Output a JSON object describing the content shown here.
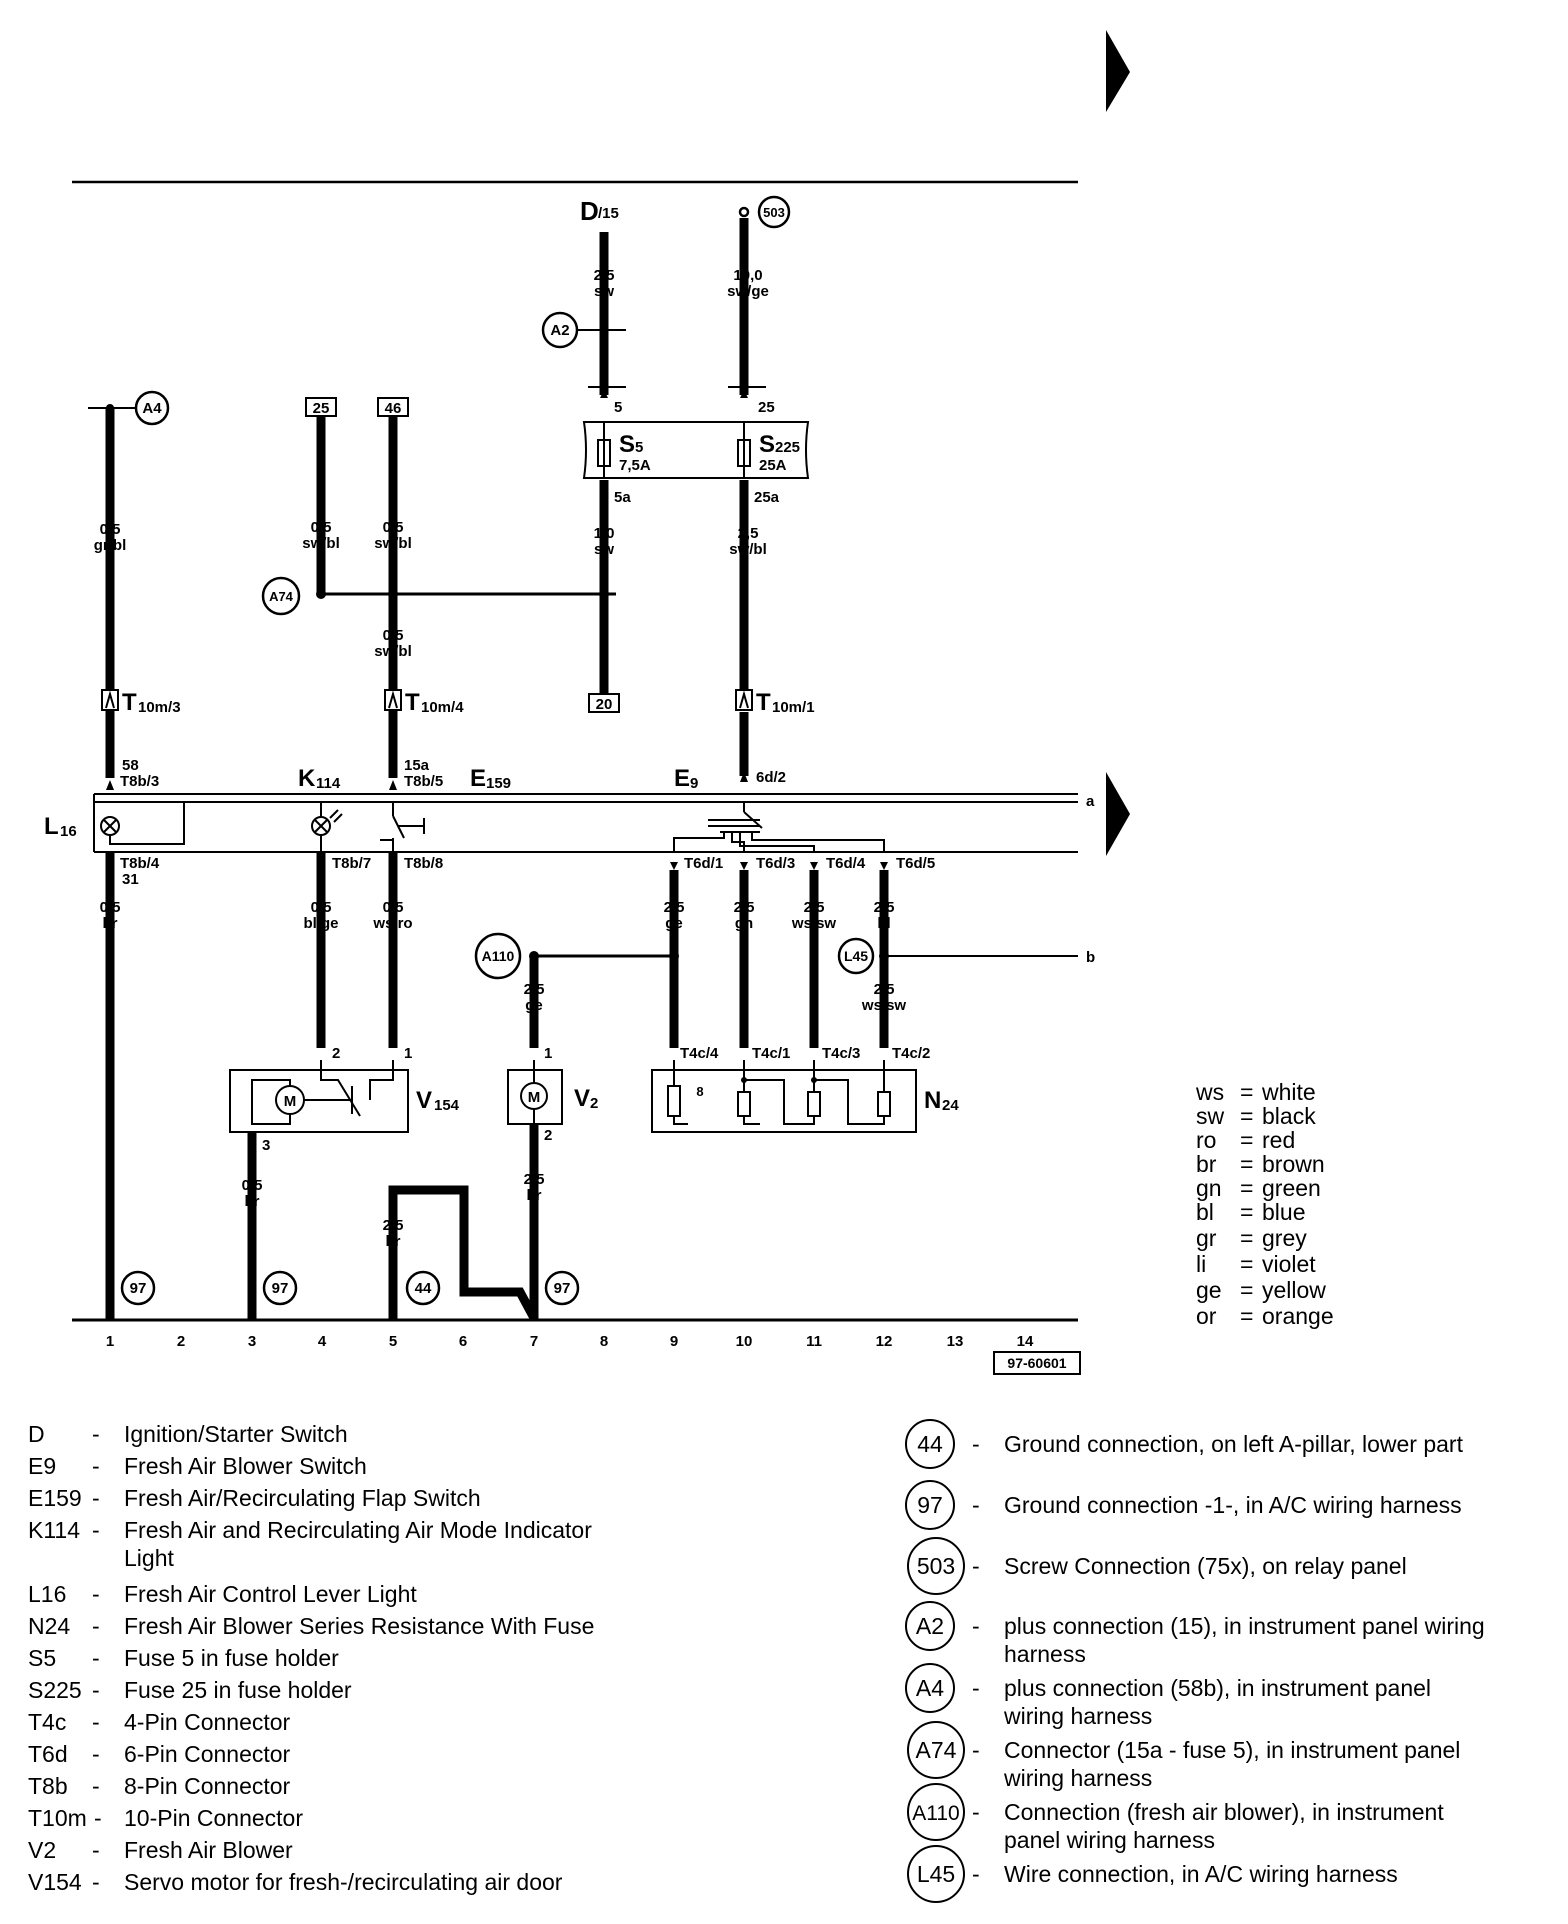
{
  "diagram_code": "97-60601",
  "top_labels": {
    "D": "D",
    "D_sub": "/15",
    "t503": "503"
  },
  "wires": {
    "d15": [
      "2,5",
      "sw"
    ],
    "w503": [
      "10,0",
      "sw/ge"
    ],
    "a4": [
      "0,5",
      "gr/bl"
    ],
    "b25": [
      "0,5",
      "sw/bl"
    ],
    "b46": [
      "0,5",
      "sw/bl"
    ],
    "s5out": [
      "1,0",
      "sw"
    ],
    "s225out": [
      "2,5",
      "sw/bl"
    ],
    "mid": [
      "0,5",
      "sw/bl"
    ],
    "l16out": [
      "0,5",
      "br"
    ],
    "k114out": [
      "0,5",
      "bl/ge"
    ],
    "e159out": [
      "0,5",
      "ws/ro"
    ],
    "t6d1": [
      "2,5",
      "ge"
    ],
    "t6d3": [
      "2,5",
      "gn"
    ],
    "t6d4": [
      "2,5",
      "ws/sw"
    ],
    "t6d5": [
      "2,5",
      "bl"
    ],
    "a110": [
      "2,5",
      "ge"
    ],
    "l45": [
      "2,5",
      "ws/sw"
    ],
    "v154out": [
      "0,5",
      "br"
    ],
    "g44": [
      "2,5",
      "br"
    ],
    "v2out": [
      "2,5",
      "br"
    ]
  },
  "pins": {
    "p5": "5",
    "p25": "25",
    "p5a": "5a",
    "p25a": "25a",
    "p58": "58",
    "t8b3": "T8b/3",
    "p15a": "15a",
    "t8b5": "T8b/5",
    "t6d2": "6d/2",
    "t8b4": "T8b/4",
    "p31": "31",
    "t8b7": "T8b/7",
    "t8b8": "T8b/8",
    "t6d1": "T6d/1",
    "t6d3": "T6d/3",
    "t6d4": "T6d/4",
    "t6d5": "T6d/5",
    "t4c4": "T4c/4",
    "t4c1": "T4c/1",
    "t4c3": "T4c/3",
    "t4c2": "T4c/2",
    "v154_2": "2",
    "v154_1": "1",
    "v154_3": "3",
    "v2_1": "1",
    "v2_2": "2"
  },
  "components": {
    "s5": "S",
    "s5_sub": "5",
    "s5_amp": "7,5A",
    "s225": "S",
    "s225_sub": "225",
    "s225_amp": "25A",
    "t10m3": "T",
    "t10m3_sub": "10m/3",
    "t10m4": "T",
    "t10m4_sub": "10m/4",
    "t10m1": "T",
    "t10m1_sub": "10m/1",
    "l16": "L",
    "l16_sub": "16",
    "k114": "K",
    "k114_sub": "114",
    "e159": "E",
    "e159_sub": "159",
    "e9": "E",
    "e9_sub": "9",
    "v154": "V",
    "v154_sub": "154",
    "v2": "V",
    "v2_sub": "2",
    "n24": "N",
    "n24_sub": "24",
    "motor": "M",
    "n24_fuse": "8"
  },
  "circles": {
    "a2": "A2",
    "a4": "A4",
    "a74": "A74",
    "a110": "A110",
    "l45": "L45",
    "g97a": "97",
    "g97b": "97",
    "g44": "44",
    "g97c": "97"
  },
  "boxes": {
    "b25": "25",
    "b46": "46",
    "b20": "20"
  },
  "side_labels": {
    "a": "a",
    "b": "b"
  },
  "ticks": [
    "1",
    "2",
    "3",
    "4",
    "5",
    "6",
    "7",
    "8",
    "9",
    "10",
    "11",
    "12",
    "13",
    "14"
  ],
  "color_legend": [
    {
      "code": "ws",
      "name": "white"
    },
    {
      "code": "sw",
      "name": "black"
    },
    {
      "code": "ro",
      "name": "red"
    },
    {
      "code": "br",
      "name": "brown"
    },
    {
      "code": "gn",
      "name": "green"
    },
    {
      "code": "bl",
      "name": "blue"
    },
    {
      "code": "gr",
      "name": "grey"
    },
    {
      "code": "li",
      "name": "violet"
    },
    {
      "code": "ge",
      "name": "yellow"
    },
    {
      "code": "or",
      "name": "orange"
    }
  ],
  "legend_left": [
    {
      "code": "D",
      "desc": [
        "Ignition/Starter Switch"
      ]
    },
    {
      "code": "E9",
      "desc": [
        "Fresh Air Blower Switch"
      ]
    },
    {
      "code": "E159",
      "desc": [
        "Fresh Air/Recirculating Flap Switch"
      ]
    },
    {
      "code": "K114",
      "desc": [
        "Fresh Air and Recirculating Air Mode Indicator",
        "Light"
      ]
    },
    {
      "code": "L16",
      "desc": [
        "Fresh Air Control Lever Light"
      ]
    },
    {
      "code": "N24",
      "desc": [
        "Fresh Air Blower Series Resistance With Fuse"
      ]
    },
    {
      "code": "S5",
      "desc": [
        "Fuse 5 in fuse holder"
      ]
    },
    {
      "code": "S225",
      "desc": [
        "Fuse 25 in fuse holder"
      ]
    },
    {
      "code": "T4c",
      "desc": [
        "4-Pin Connector"
      ]
    },
    {
      "code": "T6d",
      "desc": [
        "6-Pin Connector"
      ]
    },
    {
      "code": "T8b",
      "desc": [
        "8-Pin Connector"
      ]
    },
    {
      "code": "T10m",
      "desc": [
        "10-Pin Connector"
      ]
    },
    {
      "code": "V2",
      "desc": [
        "Fresh Air Blower"
      ]
    },
    {
      "code": "V154",
      "desc": [
        "Servo motor for fresh-/recirculating air door"
      ]
    }
  ],
  "legend_right": [
    {
      "code": "44",
      "desc": [
        "Ground connection, on left A-pillar, lower part"
      ]
    },
    {
      "code": "97",
      "desc": [
        "Ground connection -1-, in A/C wiring harness"
      ]
    },
    {
      "code": "503",
      "desc": [
        "Screw Connection (75x), on relay panel"
      ]
    },
    {
      "code": "A2",
      "desc": [
        "plus connection (15), in instrument panel wiring",
        "harness"
      ]
    },
    {
      "code": "A4",
      "desc": [
        "plus connection (58b), in instrument panel",
        "wiring harness"
      ]
    },
    {
      "code": "A74",
      "desc": [
        "Connector (15a - fuse 5), in instrument panel",
        "wiring harness"
      ]
    },
    {
      "code": "A110",
      "desc": [
        "Connection (fresh air blower), in  instrument",
        "panel wiring harness"
      ]
    },
    {
      "code": "L45",
      "desc": [
        "Wire connection, in A/C wiring harness"
      ]
    }
  ]
}
